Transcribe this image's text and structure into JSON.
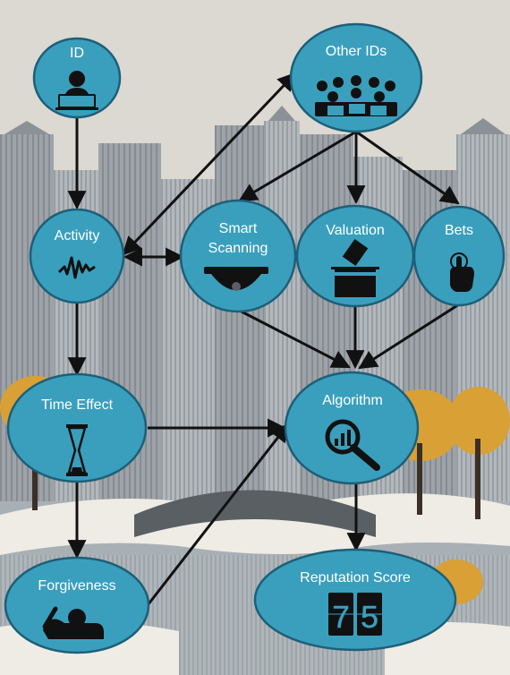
{
  "diagram": {
    "nodes": {
      "id": "ID",
      "other_ids": "Other IDs",
      "activity": "Activity",
      "smart_scanning_line1": "Smart",
      "smart_scanning_line2": "Scanning",
      "valuation": "Valuation",
      "bets": "Bets",
      "time_effect": "Time Effect",
      "algorithm": "Algorithm",
      "forgiveness": "Forgiveness",
      "reputation_score": "Reputation Score"
    },
    "score_digits": [
      "7",
      "5"
    ],
    "edges": [
      {
        "from": "ID",
        "to": "Activity"
      },
      {
        "from": "Activity",
        "to": "Other IDs",
        "bidirectional": true
      },
      {
        "from": "Activity",
        "to": "Smart Scanning",
        "bidirectional": true
      },
      {
        "from": "Other IDs",
        "to": "Smart Scanning"
      },
      {
        "from": "Other IDs",
        "to": "Valuation"
      },
      {
        "from": "Other IDs",
        "to": "Bets"
      },
      {
        "from": "Activity",
        "to": "Time Effect"
      },
      {
        "from": "Smart Scanning",
        "to": "Algorithm"
      },
      {
        "from": "Valuation",
        "to": "Algorithm"
      },
      {
        "from": "Bets",
        "to": "Algorithm"
      },
      {
        "from": "Time Effect",
        "to": "Algorithm"
      },
      {
        "from": "Time Effect",
        "to": "Forgiveness"
      },
      {
        "from": "Forgiveness",
        "to": "Algorithm"
      },
      {
        "from": "Algorithm",
        "to": "Reputation Score"
      }
    ],
    "colors": {
      "node_fill": "#3a9fbd",
      "node_stroke": "#1d5f78",
      "arrow": "#111111",
      "icon": "#111111"
    }
  }
}
